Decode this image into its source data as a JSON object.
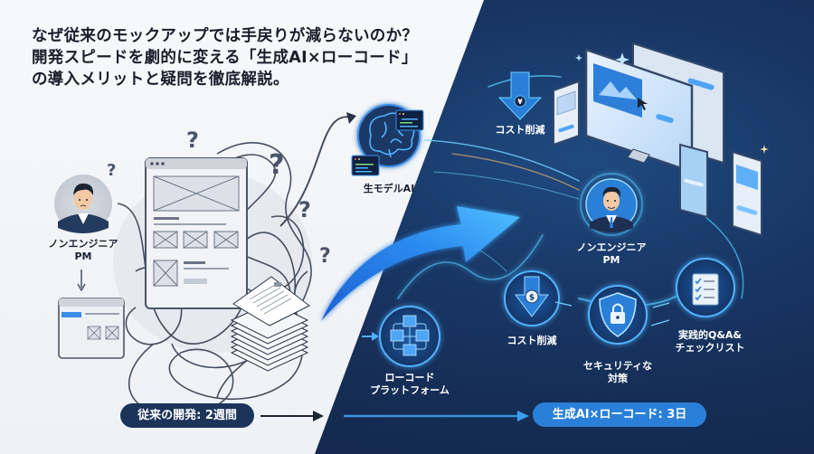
{
  "headline": {
    "line1": "なぜ従来のモックアップでは手戻りが減らないのか？",
    "line2": "開発スピードを劇的に変える「生成AI×ローコード」",
    "line3": "の導入メリットと疑問を徹底解説。"
  },
  "left_panel": {
    "person_label_line1": "ノンエンジニア",
    "person_label_line2": "PM",
    "question_mark": "?",
    "ai_label": "生モデルAI"
  },
  "right_panel": {
    "cost_top_label": "コスト削減",
    "cost_top_symbol": "¥",
    "person_label_line1": "ノンエンジニア",
    "person_label_line2": "PM",
    "lowcode_label_line1": "ローコード",
    "lowcode_label_line2": "プラットフォーム",
    "cost_bottom_label": "コスト削減",
    "cost_bottom_symbol": "$",
    "security_label_line1": "セキュリティな",
    "security_label_line2": "対策",
    "qa_label_line1": "実践的Q&A&",
    "qa_label_line2": "チェックリスト"
  },
  "timeline": {
    "old_label": "従来の開発: 2週間",
    "new_label": "生成AI×ローコード: 3日"
  },
  "colors": {
    "dark_bg": "#14294d",
    "accent_blue": "#2a80d8",
    "glow_cyan": "#4fc3f7",
    "navy_pill": "#1c3459",
    "text_dark": "#1a1f2b"
  }
}
